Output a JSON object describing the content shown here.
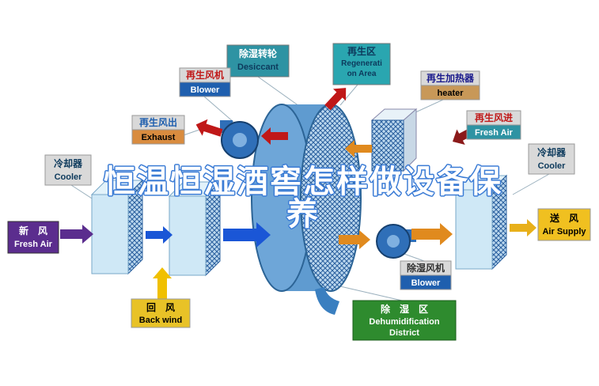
{
  "title": {
    "line1": "恒温恒湿酒窖怎样做设备保",
    "line2": "养"
  },
  "labels": {
    "desiccant": {
      "zh": "除湿转轮",
      "en": "Desiccant"
    },
    "regeneration_area": {
      "zh": "再生区",
      "en_line1": "Regenerati",
      "en_line2": "on Area"
    },
    "regen_blower": {
      "zh": "再生风机",
      "en": "Blower"
    },
    "regen_heater": {
      "zh": "再生加热器",
      "en": "heater"
    },
    "exhaust": {
      "zh": "再生风出",
      "en": "Exhaust"
    },
    "regen_fresh_air": {
      "zh": "再生风进",
      "en": "Fresh Air"
    },
    "cooler_left": {
      "zh": "冷却器",
      "en": "Cooler"
    },
    "cooler_right": {
      "zh": "冷却器",
      "en": "Cooler"
    },
    "fresh_air": {
      "zh": "新　风",
      "en": "Fresh Air"
    },
    "air_supply": {
      "zh": "送　风",
      "en": "Air Supply"
    },
    "back_wind": {
      "zh": "回　风",
      "en": "Back wind"
    },
    "dehum_blower": {
      "zh": "除湿风机",
      "en": "Blower"
    },
    "dehum_district": {
      "zh": "除　湿　区",
      "en_line1": "Dehumidification",
      "en_line2": "District"
    }
  },
  "colors": {
    "title_fill": "#ffffff",
    "title_outline": "#3a7bd5",
    "red_arrow": "#c01818",
    "dark_red_arrow": "#8b1a1a",
    "orange_arrow": "#e08a1e",
    "blue_arrow": "#1a56d6",
    "yellow_arrow": "#f0c000",
    "purple_arrow": "#5b2d8e",
    "teal": "#2e93a3",
    "green": "#2e8b2e",
    "machine_blue": "#cfe8f6",
    "wheel_blue": "#5f9bd0"
  }
}
